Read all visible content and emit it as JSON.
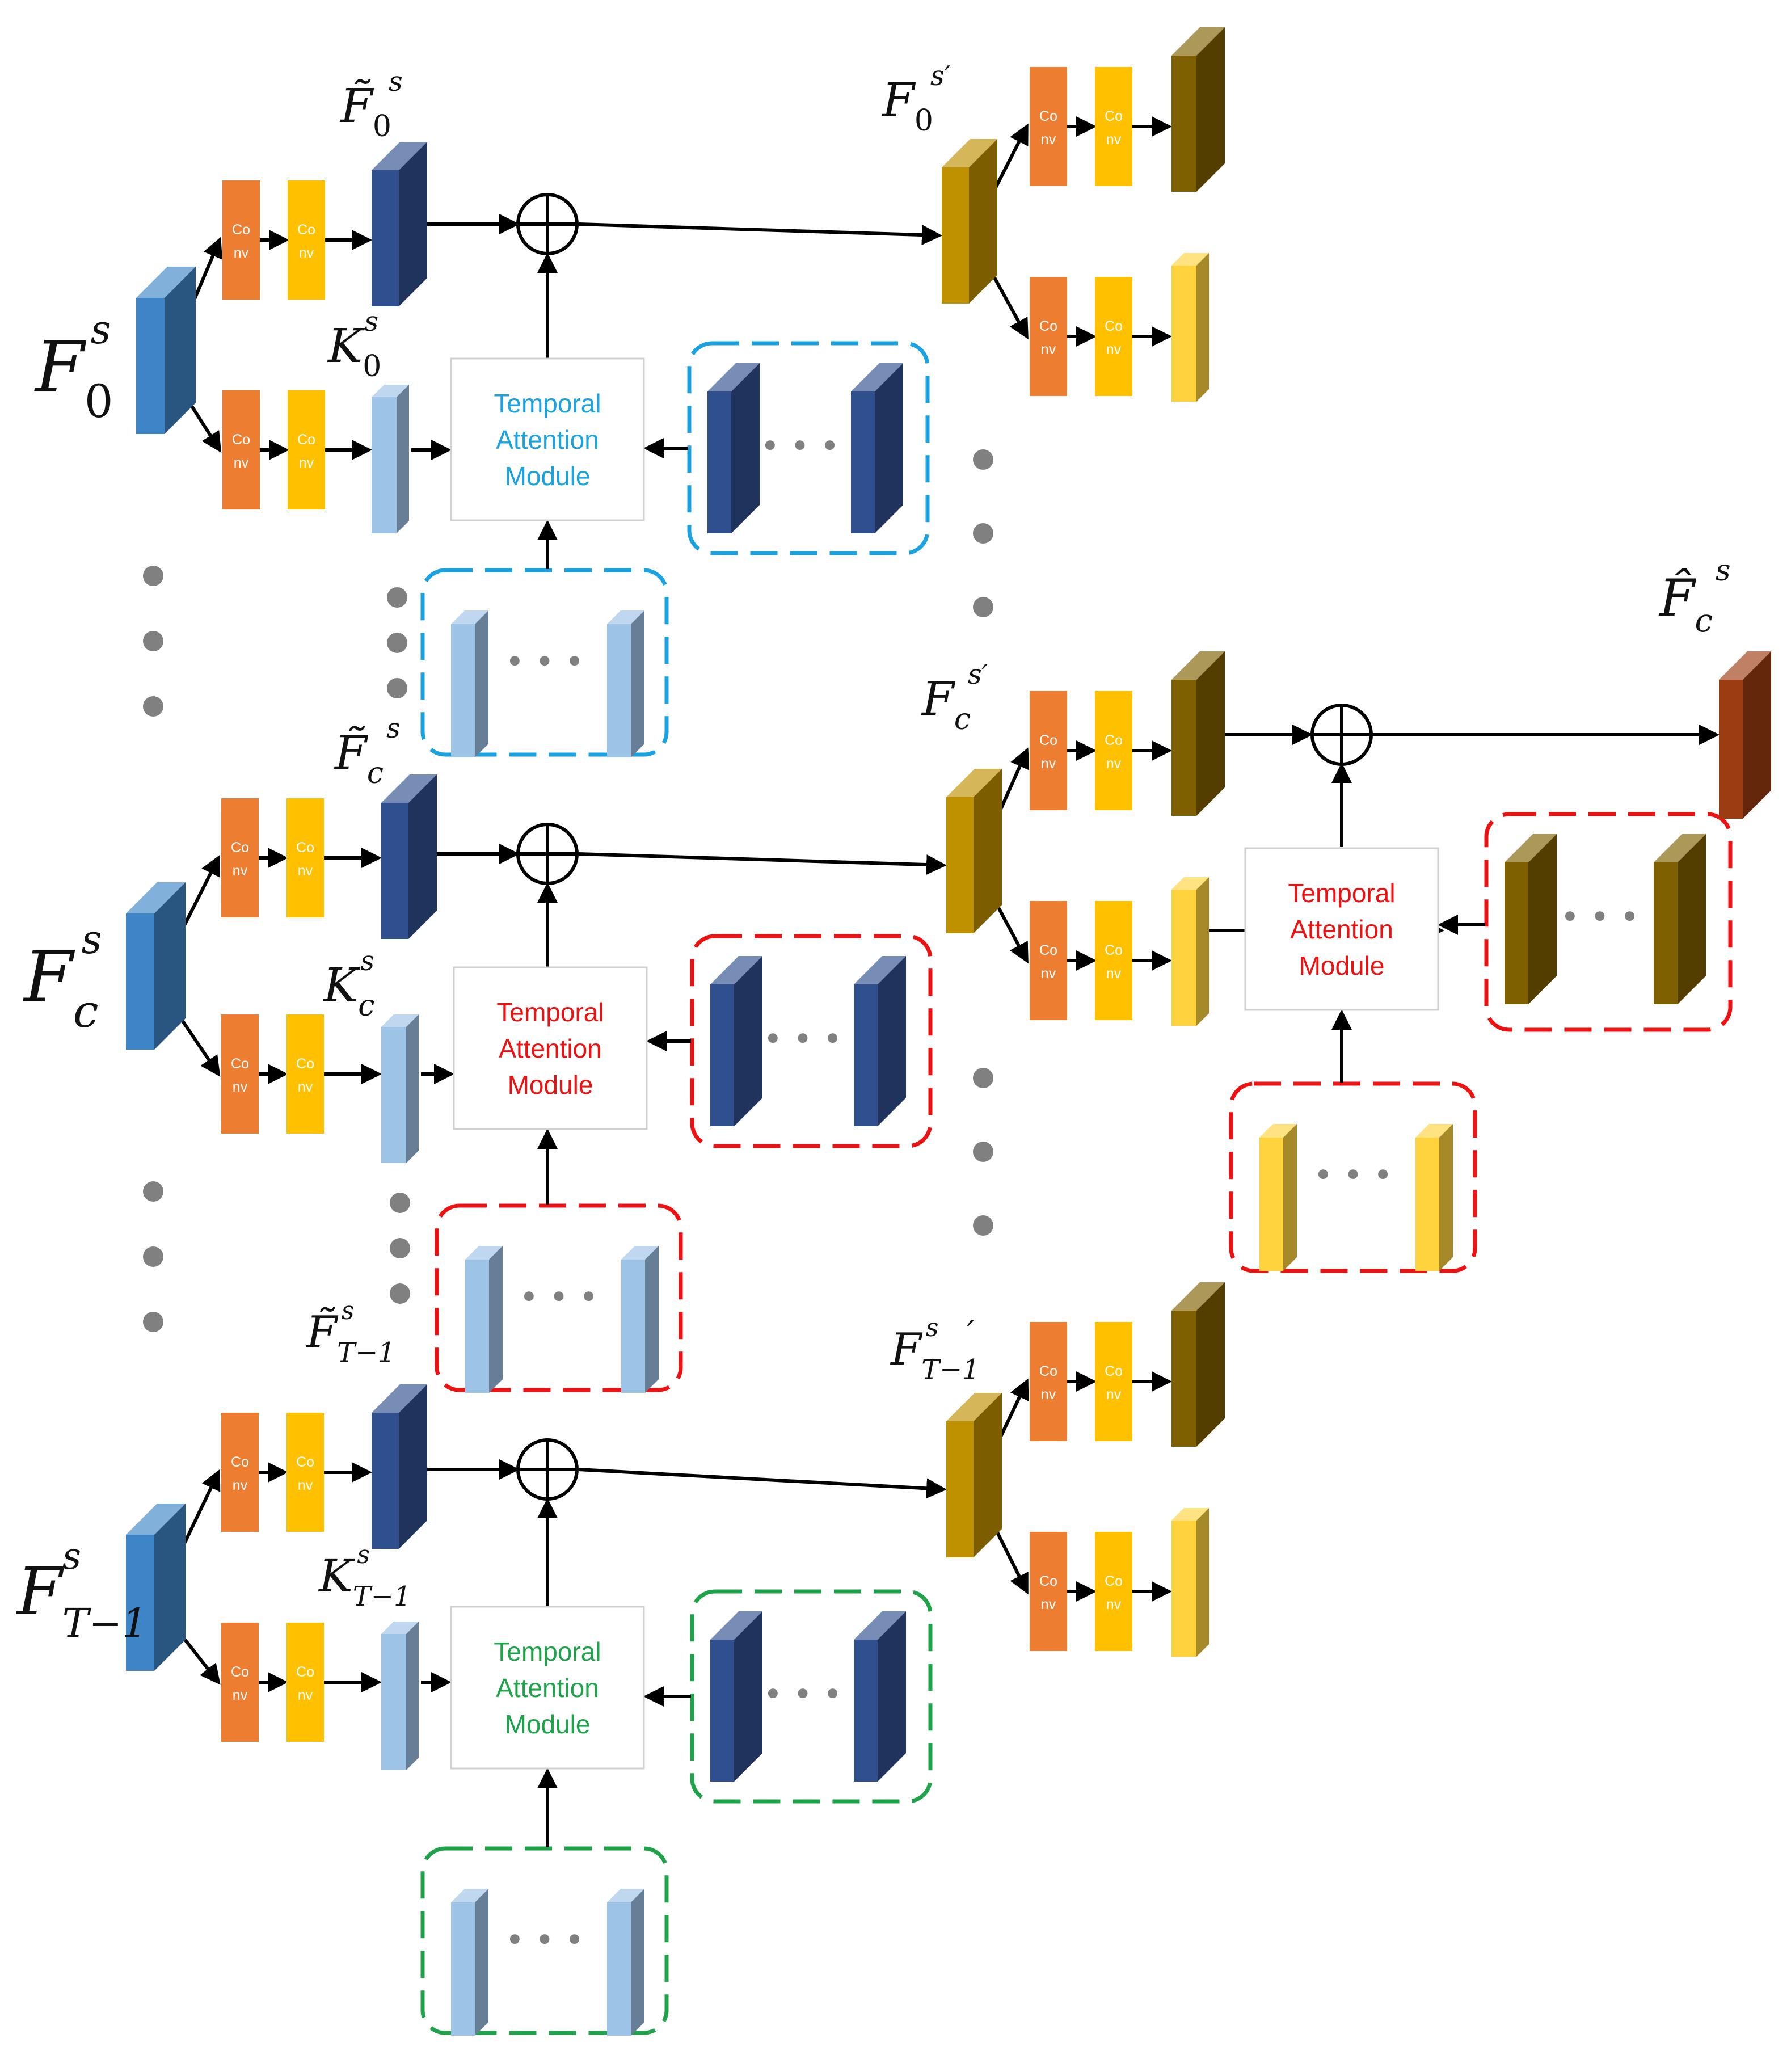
{
  "colors": {
    "blue_tam": "#1aa3e0",
    "red_tam": "#ee1111",
    "green_tam": "#1fa34a",
    "conv_orange": "#ed7d31",
    "conv_yellow": "#ffc000",
    "feat_input": "#3d85c6",
    "feat_dark_blue": "#2f4f8f",
    "feat_light_blue": "#9dc3e6",
    "feat_gold": "#bf9000",
    "feat_olive": "#7f6000",
    "feat_yellow": "#ffd33d",
    "feat_output": "#9c3c12",
    "dots": "#808080"
  },
  "conv_label": [
    "Co",
    "nv"
  ],
  "tam_label": [
    "Temporal",
    "Attention",
    "Module"
  ],
  "ellipsis": "• • •",
  "labels": {
    "F0s": "F",
    "F0s_sub": "0",
    "F0s_sup": "s",
    "Fcs": "F",
    "Fcs_sub": "c",
    "Fcs_sup": "s",
    "FT1s": "F",
    "FT1s_sub": "T−1",
    "FT1s_sup": "s",
    "F0s_tilde": "F̃",
    "F0s_tilde_sub": "0",
    "F0s_tilde_sup": "s",
    "Fcs_tilde": "F̃",
    "Fcs_tilde_sub": "c",
    "Fcs_tilde_sup": "s",
    "FT1s_tilde": "F̃",
    "FT1s_tilde_sub": "T−1",
    "FT1s_tilde_sup": "s",
    "K0s": "K",
    "K0s_sub": "0",
    "K0s_sup": "s",
    "Kcs": "K",
    "Kcs_sub": "c",
    "Kcs_sup": "s",
    "KT1s": "K",
    "KT1s_sub": "T−1",
    "KT1s_sup": "s",
    "F0s_prime": "F",
    "F0s_prime_sub": "0",
    "F0s_prime_sup": "s′",
    "Fcs_prime": "F",
    "Fcs_prime_sub": "c",
    "Fcs_prime_sup": "s′",
    "FT1s_prime": "F",
    "FT1s_prime_sub": "T−1",
    "FT1s_prime_sup": "s",
    "FT1s_prime_mark": "′",
    "Fcs_hat": "F̂",
    "Fcs_hat_sub": "c",
    "Fcs_hat_sup": "s"
  }
}
